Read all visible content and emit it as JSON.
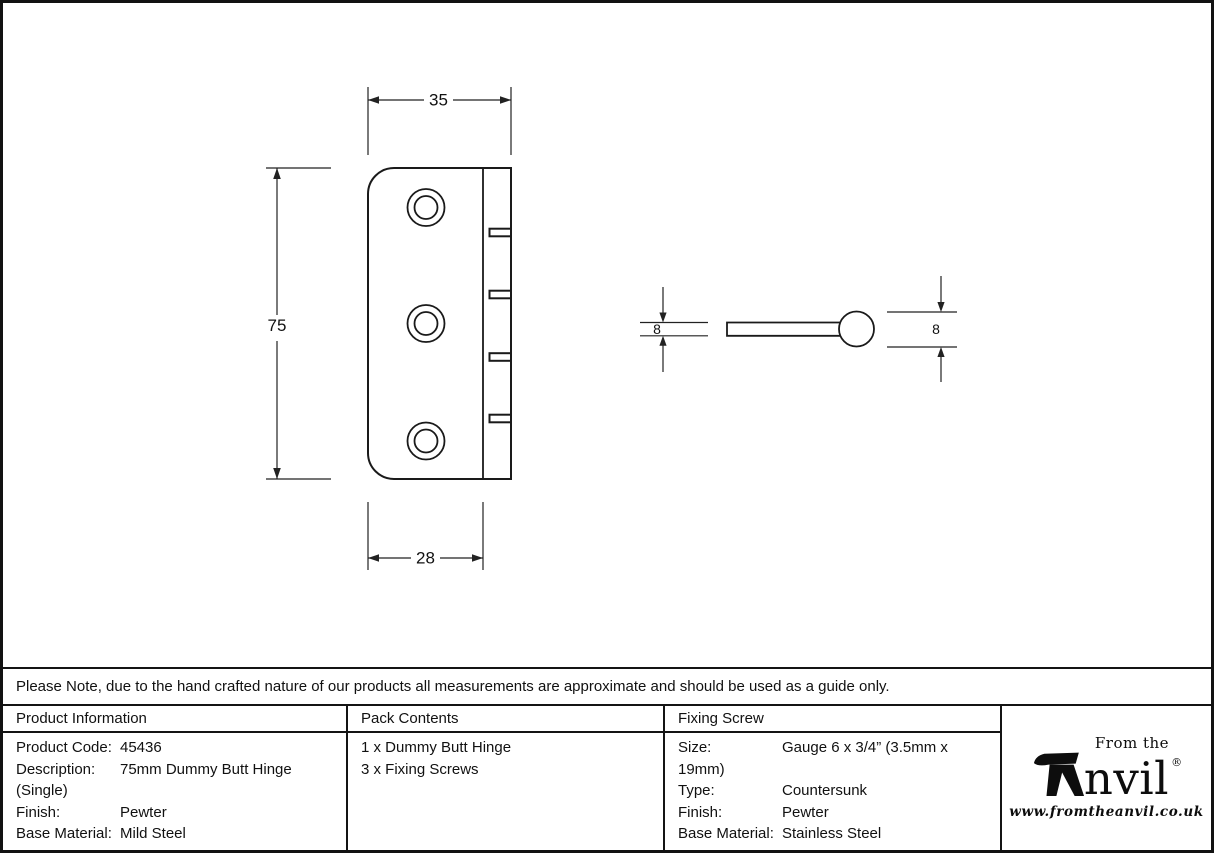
{
  "drawing": {
    "front_view": {
      "width_label": "35",
      "height_label": "75",
      "leaf_width_label": "28"
    },
    "side_view": {
      "thickness_label": "8",
      "knuckle_label": "8"
    }
  },
  "note": "Please Note, due to the hand crafted nature of our products all measurements are approximate and should be used as a guide only.",
  "table": {
    "product_information": {
      "header": "Product Information",
      "rows": [
        {
          "label": "Product Code:",
          "value": "45436"
        },
        {
          "label": "Description:",
          "value": "75mm Dummy Butt Hinge (Single)"
        },
        {
          "label": "Finish:",
          "value": "Pewter"
        },
        {
          "label": "Base Material:",
          "value": "Mild Steel"
        }
      ]
    },
    "pack_contents": {
      "header": "Pack Contents",
      "items": [
        "1 x Dummy Butt Hinge",
        "3 x Fixing Screws"
      ]
    },
    "fixing_screw": {
      "header": "Fixing Screw",
      "rows": [
        {
          "label": "Size:",
          "value": "Gauge 6 x 3/4” (3.5mm x 19mm)"
        },
        {
          "label": "Type:",
          "value": "Countersunk"
        },
        {
          "label": "Finish:",
          "value": "Pewter"
        },
        {
          "label": "Base Material:",
          "value": "Stainless Steel"
        }
      ]
    }
  },
  "logo": {
    "prefix": "From the",
    "brand": "Anvil",
    "brand_display": "nvil",
    "registered_mark": "®",
    "url": "www.fromtheanvil.co.uk"
  },
  "colors": {
    "ink": "#111111",
    "background": "#ffffff"
  }
}
